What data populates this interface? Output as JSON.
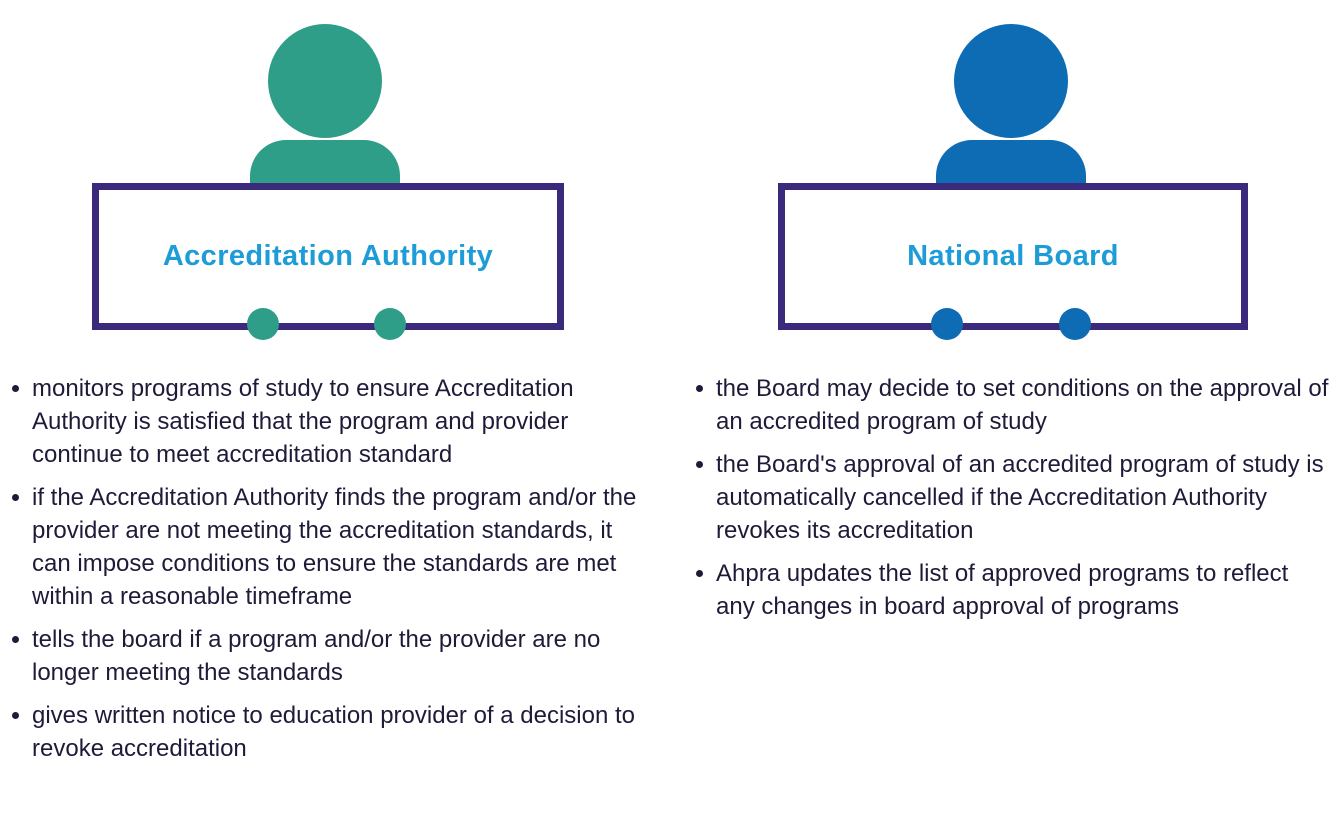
{
  "columns": [
    {
      "id": "accreditation-authority",
      "sign_label": "Accreditation Authority",
      "person_color": "#2f9e88",
      "bullets": [
        "monitors programs of study to ensure Accreditation Authority is satisfied that the program and provider continue to meet accreditation standard",
        "if the Accreditation Authority finds the program and/or the provider are not meeting the accreditation standards, it can impose conditions to ensure the standards are met within a reasonable timeframe",
        "tells the board if a program and/or the provider are no longer meeting the standards",
        "gives written notice to education provider of a decision to revoke accreditation"
      ]
    },
    {
      "id": "national-board",
      "sign_label": "National Board",
      "person_color": "#0e6cb4",
      "bullets": [
        "the Board may decide to set conditions on the approval of an accredited program of study",
        "the Board's approval of an accredited program of study is automatically cancelled if the Accreditation Authority revokes its accreditation",
        "Ahpra updates the list of approved programs to reflect any changes in board approval of programs"
      ]
    }
  ],
  "colors": {
    "teal_person": "#2f9e88",
    "blue_person": "#0e6cb4",
    "sign_border": "#3b2a7c",
    "sign_label_text": "#1e9cd7",
    "body_text": "#1e1b39",
    "background": "#ffffff"
  }
}
